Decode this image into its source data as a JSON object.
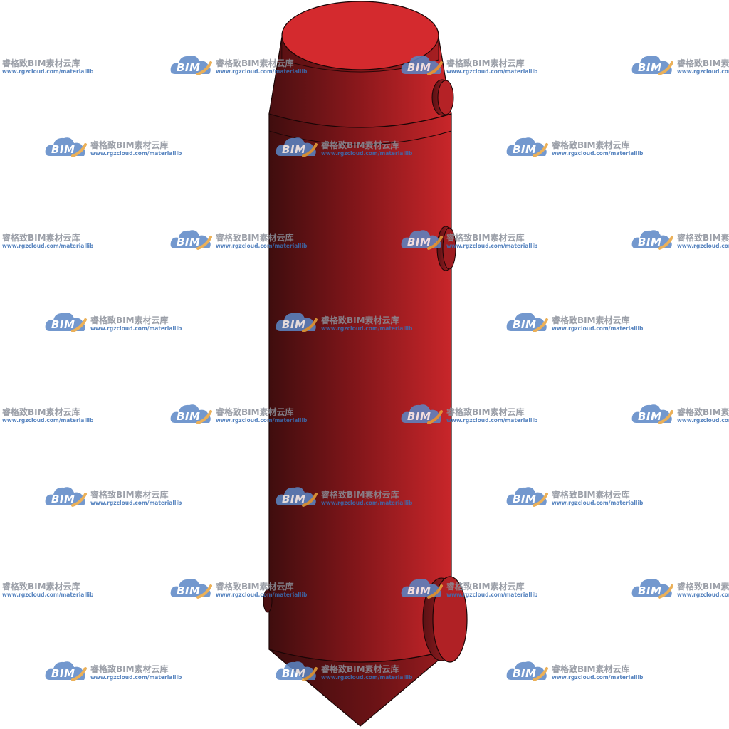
{
  "watermark": {
    "logo_text": "BIM",
    "brand_cn": "睿格致BIM素材云库",
    "url": "www.rgzcloud.com/materiallib",
    "colors": {
      "cloud": "#5b87c6",
      "swoosh": "#e8a33c",
      "brand_text": "#8a8f99",
      "url_text": "#3a6fb5"
    }
  },
  "model": {
    "object": "vertical-pressure-vessel",
    "icon": "vessel-3d-model",
    "colors": {
      "body_light": "#c8262a",
      "body_dark": "#3f0d0e",
      "top_cap": "#d42a2e",
      "outline": "#1a0506"
    }
  }
}
